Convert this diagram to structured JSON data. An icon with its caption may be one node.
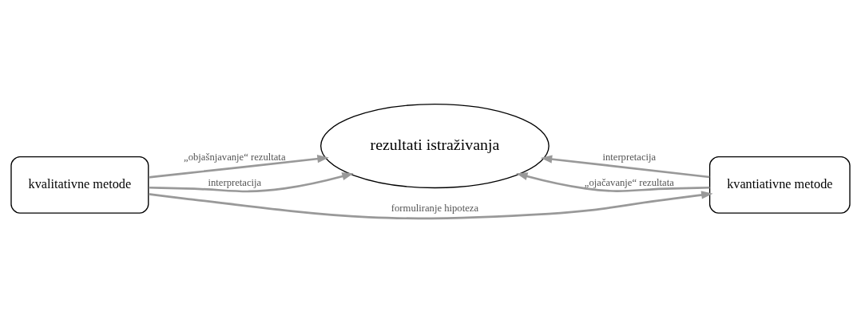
{
  "diagram": {
    "nodes": [
      {
        "text": [
          "kvalitativne metode"
        ]
      },
      {
        "text": [
          "rezultati istraživanja"
        ]
      },
      {
        "text": [
          "kvantiativne metode"
        ]
      }
    ],
    "edges": [
      {
        "from": 0,
        "to": 2,
        "arrow": "to",
        "label": "formuliranje hipoteza"
      },
      {
        "from": 0,
        "to": 1,
        "arrow": "to",
        "label": "„objašnjavanje“ rezultata"
      },
      {
        "from": 0,
        "to": 1,
        "arrow": "to",
        "label": "interpretacija"
      },
      {
        "from": 2,
        "to": 1,
        "arrow": "to",
        "label": "interpretacija"
      },
      {
        "from": 2,
        "to": 1,
        "arrow": "to",
        "label": "„ojačavanje“ rezultata"
      }
    ]
  }
}
